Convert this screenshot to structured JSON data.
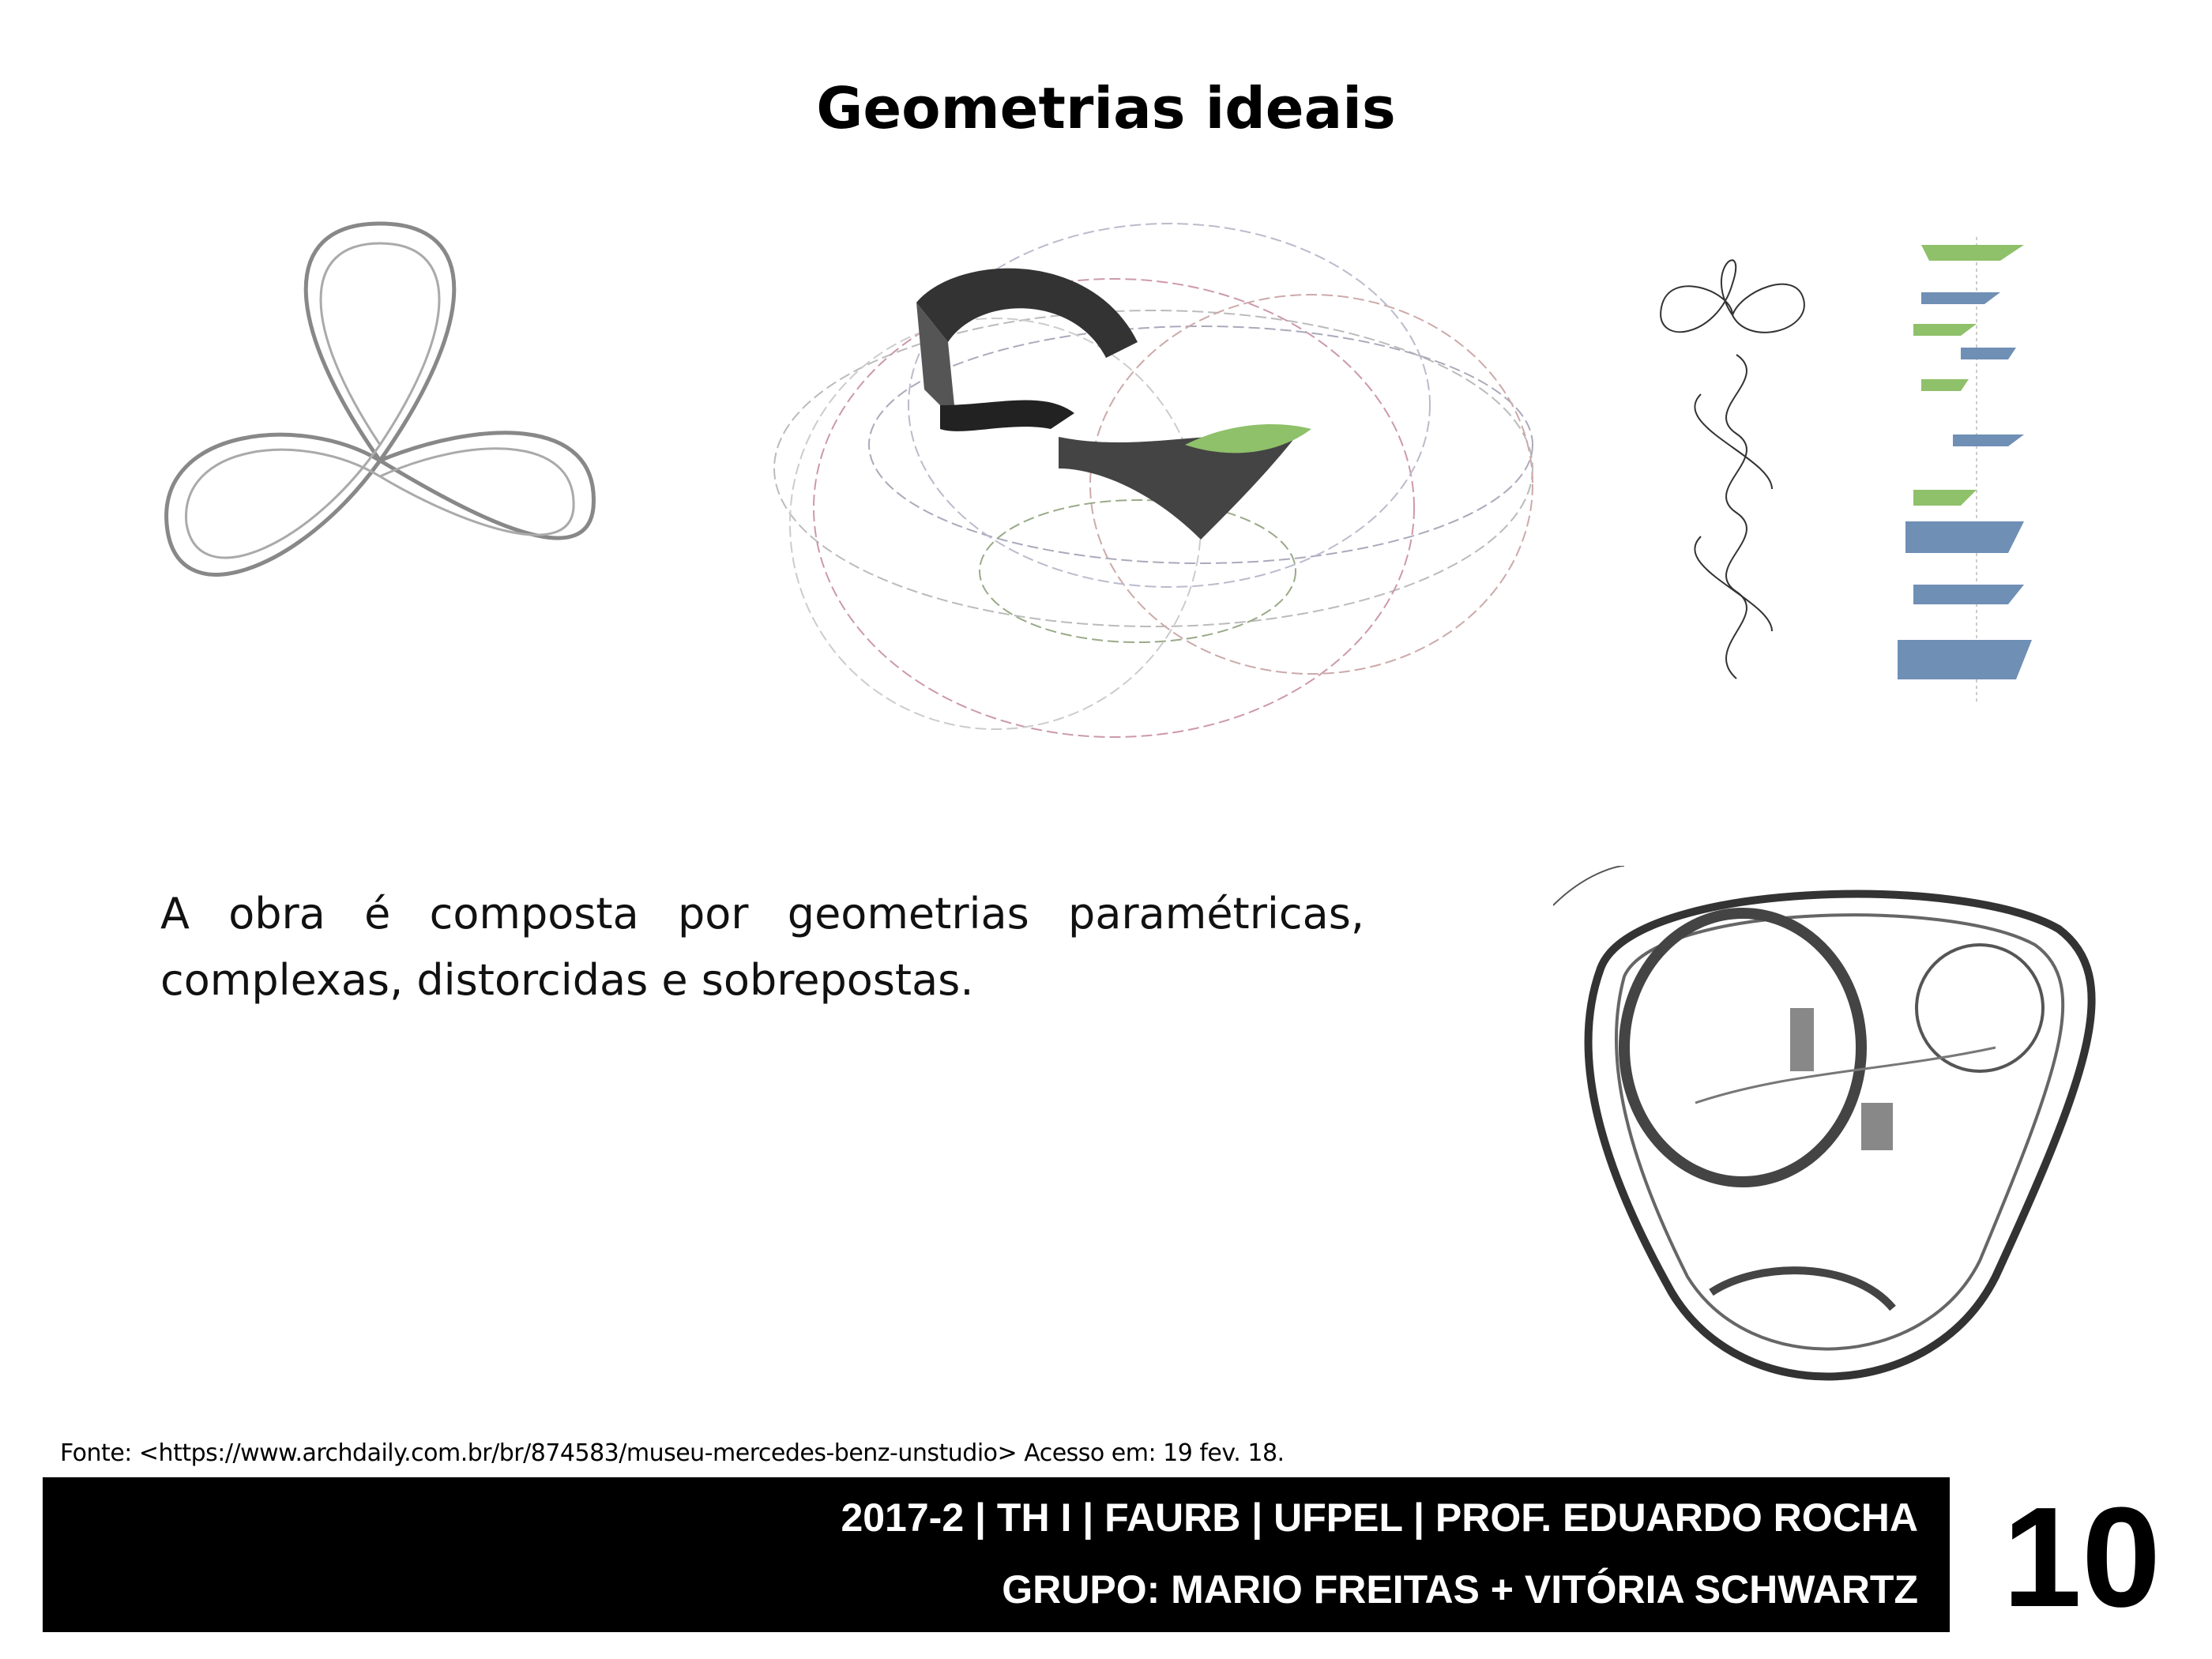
{
  "slide": {
    "title": "Geometrias ideais",
    "paragraph": "A obra é composta por geometrias paramétricas, complexas, distorcidas e sobrepostas.",
    "source": "Fonte: <https://www.archdaily.com.br/br/874583/museu-mercedes-benz-unstudio>  Acesso em: 19 fev. 18.",
    "footer": {
      "line1": "2017-2 | TH I | FAURB | UFPEL | PROF. EDUARDO ROCHA",
      "line2": "GRUPO: MARIO FREITAS + VITÓRIA SCHWARTZ"
    },
    "page_number": "10"
  },
  "colors": {
    "accent_green": "#8fc06a",
    "diagram_blue": "#6f8fb5"
  },
  "images": [
    "trefoil-curve",
    "parametric-overlay-drawing",
    "ramp-sequence-diagram",
    "level-stack-diagram",
    "floor-plan"
  ]
}
